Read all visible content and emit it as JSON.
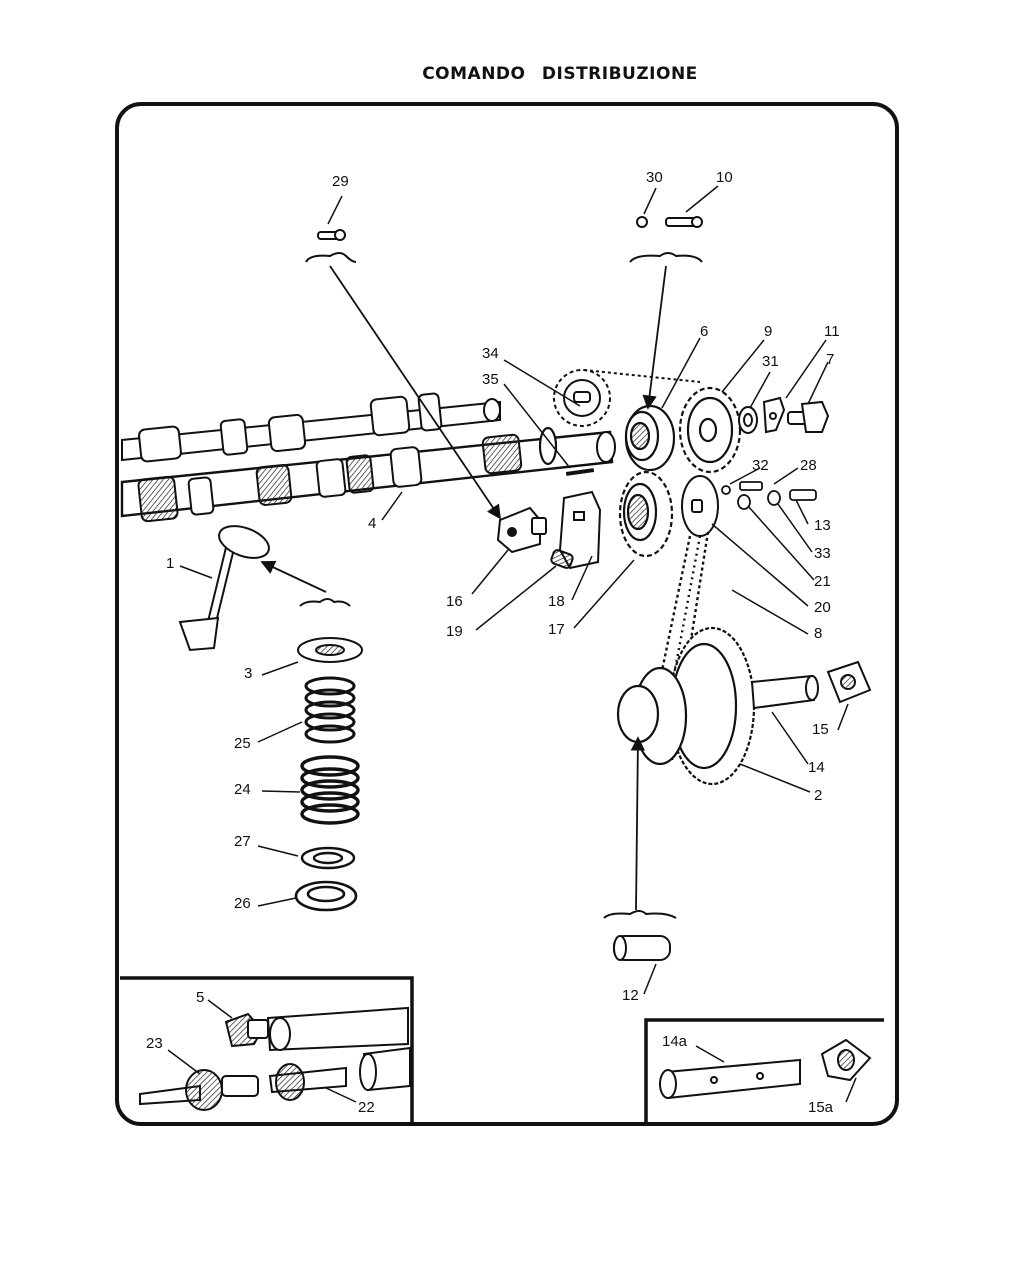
{
  "title": "COMANDO DISTRIBUZIONE",
  "labels": {
    "l1": "1",
    "l2": "2",
    "l3": "3",
    "l4": "4",
    "l5": "5",
    "l6": "6",
    "l7": "7",
    "l8": "8",
    "l9": "9",
    "l10": "10",
    "l11": "11",
    "l12": "12",
    "l13": "13",
    "l14": "14",
    "l14a": "14a",
    "l15": "15",
    "l15a": "15a",
    "l16": "16",
    "l17": "17",
    "l18": "18",
    "l19": "19",
    "l20": "20",
    "l21": "21",
    "l22": "22",
    "l23": "23",
    "l24": "24",
    "l25": "25",
    "l26": "26",
    "l27": "27",
    "l28": "28",
    "l29": "29",
    "l30": "30",
    "l31": "31",
    "l32": "32",
    "l33": "33",
    "l34": "34",
    "l35": "35"
  }
}
